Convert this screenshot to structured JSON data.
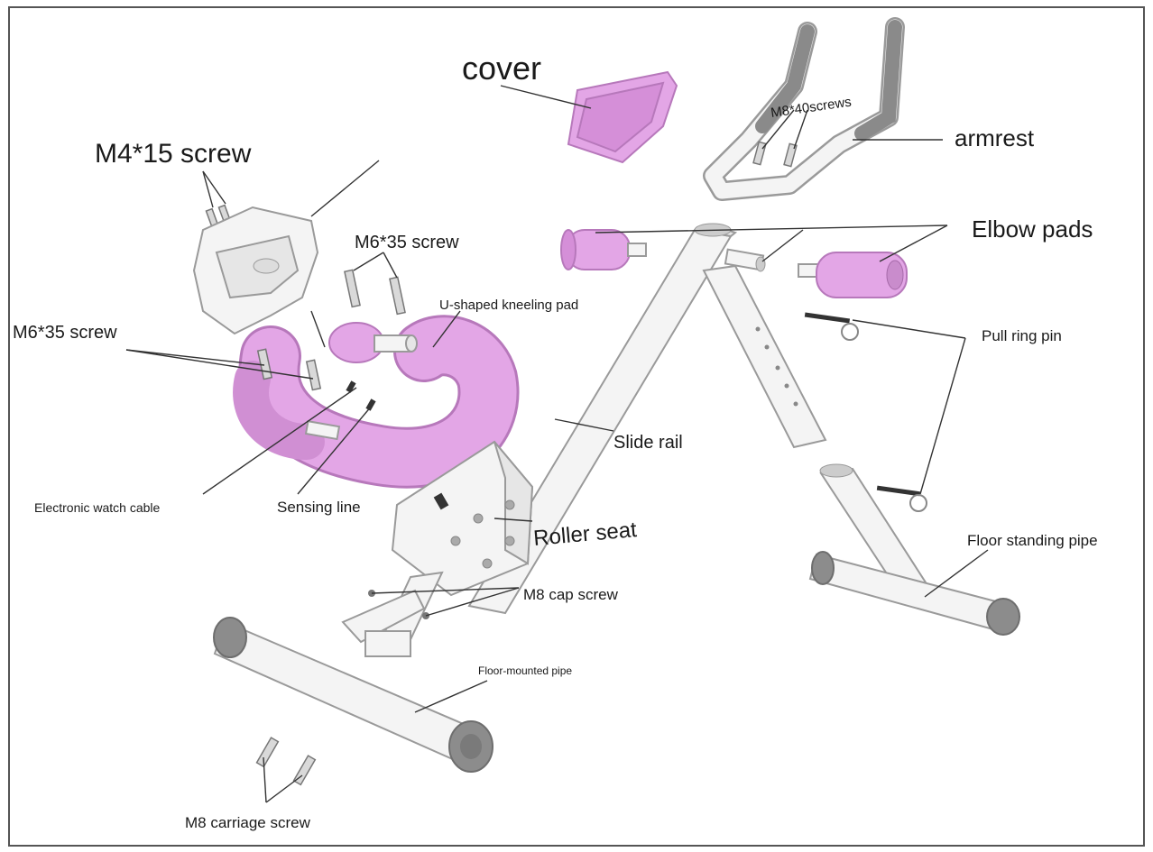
{
  "labels": {
    "cover": "cover",
    "m8_40_screws": "M8*40screws",
    "armrest": "armrest",
    "m4_15_screw": "M4*15 screw",
    "m6_35_screw_top": "M6*35 screw",
    "elbow_pads": "Elbow pads",
    "u_shaped_kneeling_pad": "U-shaped kneeling pad",
    "m6_35_screw_left": "M6*35 screw",
    "pull_ring_pin": "Pull ring pin",
    "slide_rail": "Slide rail",
    "electronic_watch_cable": "Electronic watch cable",
    "sensing_line": "Sensing line",
    "roller_seat": "Roller seat",
    "floor_standing_pipe": "Floor standing pipe",
    "m8_cap_screw": "M8 cap screw",
    "floor_mounted_pipe": "Floor-mounted pipe",
    "m8_carriage_screw": "M8 carriage screw"
  },
  "colors": {
    "pad": "#e3a6e6",
    "metal": "#f4f4f4",
    "end_cap": "#8c8c8c",
    "border": "#555555"
  }
}
